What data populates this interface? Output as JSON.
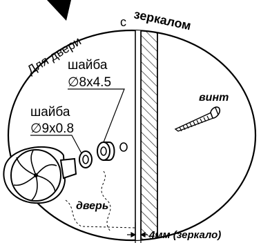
{
  "title": {
    "line1": "Для двери",
    "line2": "с",
    "line3": "зеркалом"
  },
  "labels": {
    "washer_small_name": "шайба",
    "washer_small_size": "∅8x4.5",
    "washer_large_name": "шайба",
    "washer_large_size": "∅9x0.8",
    "screw": "винт",
    "door": "дверь",
    "mirror_thickness": "4мм (зеркало)"
  },
  "colors": {
    "ink": "#000000",
    "background": "#ffffff"
  }
}
